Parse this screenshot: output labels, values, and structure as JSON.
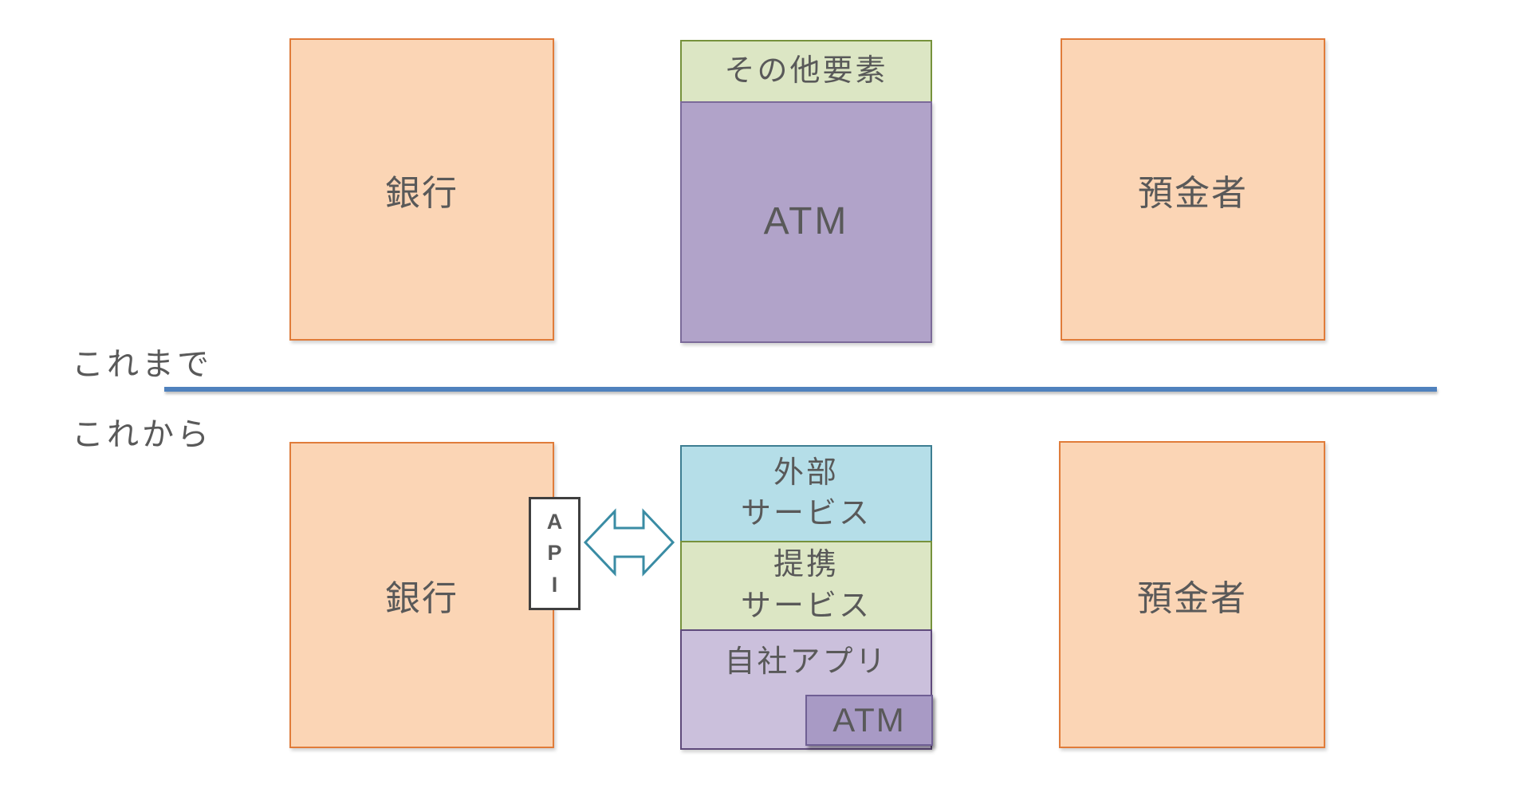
{
  "labels": {
    "before": "これまで",
    "after": "これから"
  },
  "top_row": {
    "bank": "銀行",
    "stack": {
      "other_elements": "その他要素",
      "atm": "ATM"
    },
    "depositor": "預金者"
  },
  "bottom_row": {
    "bank": "銀行",
    "api": {
      "a": "A",
      "p": "P",
      "i": "I"
    },
    "stack": {
      "external_line1": "外部",
      "external_line2": "サービス",
      "partner_line1": "提携",
      "partner_line2": "サービス",
      "own_app": "自社アプリ",
      "atm": "ATM"
    },
    "depositor": "預金者"
  },
  "colors": {
    "bg": "#ffffff",
    "text": "#595959",
    "orange_fill": "#FBD5B5",
    "orange_border": "#E07C3A",
    "green_fill": "#DCE6C4",
    "green_border": "#76923C",
    "purple_fill": "#B1A3C9",
    "purple_border": "#7B6A99",
    "cyan_fill": "#B5DEE8",
    "cyan_border": "#3D7E92",
    "lpurple_fill": "#CBC0DC",
    "lpurple_border": "#5F4A7B",
    "atm_fill": "#A89AC5",
    "atm_border": "#6F5F94",
    "divider": "#4F81BD",
    "arrow": "#3A8CA4"
  }
}
